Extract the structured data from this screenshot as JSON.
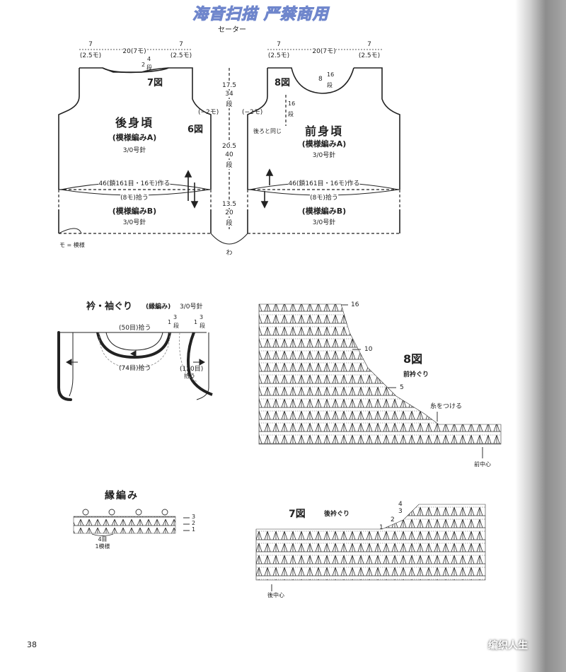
{
  "watermark": "海音扫描 严禁商用",
  "subtitle": "セーター",
  "page_number": "38",
  "brand": "编织人生",
  "back": {
    "title": "後身頃",
    "pattern": "(模様編みA)",
    "needle": "3/0号針",
    "fig": "7図",
    "side_fig": "6図",
    "dim_left": "7",
    "dim_left_mo": "(2.5モ)",
    "dim_center": "20(7モ)",
    "dim_right": "7",
    "dim_right_mo": "(2.5モ)",
    "neck_2": "2",
    "neck_4": "4",
    "neck_dan": "段",
    "dec": "(−2モ)",
    "chain": "46(鎖161目・16モ)作る",
    "pickup": "(8モ)拾う",
    "pattern_b": "(模様編みB)",
    "needle_b": "3/0号針"
  },
  "front": {
    "title": "前身頃",
    "pattern": "(模様編みA)",
    "needle": "3/0号針",
    "fig": "8図",
    "dim_left": "7",
    "dim_left_mo": "(2.5モ)",
    "dim_center": "20(7モ)",
    "dim_right": "7",
    "dim_right_mo": "(2.5モ)",
    "neck_8": "8",
    "neck_16": "16",
    "neck_dan": "段",
    "arm_16": "16",
    "arm_dan": "段",
    "dec": "(−2モ)",
    "same_as_back": "後ろと同じ",
    "chain": "46(鎖161目・16モ)作る",
    "pickup": "(8モ)拾う",
    "pattern_b": "(模様編みB)",
    "needle_b": "3/0号針"
  },
  "center": {
    "h1": "17.5",
    "h1_rows": "34",
    "h2": "20.5",
    "h2_rows": "40",
    "h3": "13.5",
    "h3_rows": "20",
    "dan": "段",
    "wa": "わ"
  },
  "legend": "モ = 模様",
  "neck_sleeve": {
    "title": "衿・袖ぐり",
    "title_sub": "(縁編み)",
    "needle": "3/0号針",
    "pick50": "(50目)拾う",
    "pick74": "(74目)拾う",
    "pick120": "(120目)",
    "pick120b": "拾う",
    "c1": "1",
    "c3": "3",
    "dan": "段"
  },
  "edging": {
    "title": "縁編み",
    "stitches": "4目",
    "repeat": "1模様",
    "rows": [
      "3",
      "2",
      "1"
    ]
  },
  "fig8": {
    "title": "8図",
    "sub": "前衿ぐり",
    "r16": "16",
    "r10": "10",
    "r5": "5",
    "attach": "糸をつける",
    "center": "前中心"
  },
  "fig7": {
    "title": "7図",
    "sub": "後衿ぐり",
    "rows": [
      "4",
      "3",
      "2",
      "1"
    ],
    "center": "後中心"
  }
}
